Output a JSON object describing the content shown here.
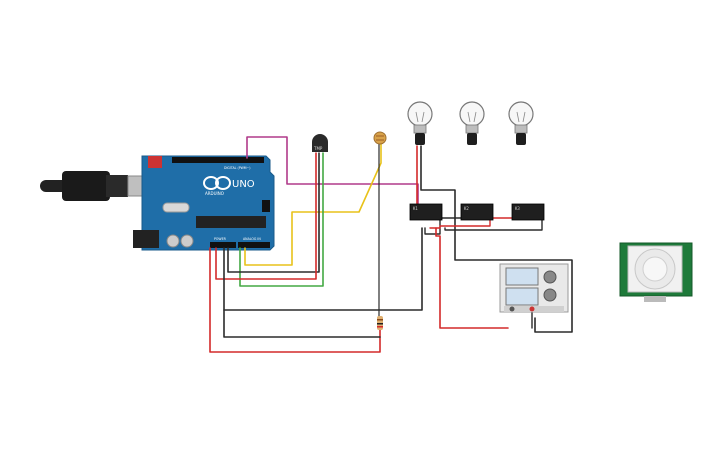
{
  "arduino": {
    "brand_label": "ARDUINO",
    "model_label": "UNO",
    "digital_label": "DIGITAL (PWM~)",
    "power_label": "POWER",
    "analog_label": "ANALOG IN"
  },
  "sensor": {
    "label": "TMP"
  },
  "relays": [
    {
      "label": "K1",
      "name": "relay-1"
    },
    {
      "label": "K2",
      "name": "relay-2"
    },
    {
      "label": "K3",
      "name": "relay-3"
    }
  ],
  "bulbs": [
    {
      "name": "bulb-1"
    },
    {
      "name": "bulb-2"
    },
    {
      "name": "bulb-3"
    }
  ],
  "wire_colors": {
    "red": "#d42a2a",
    "black": "#2b2b2b",
    "green": "#43a843",
    "yellow": "#e8c21a",
    "magenta": "#b03a8a",
    "board": "#1f6ea8",
    "pcb_green": "#1e7a3a"
  }
}
